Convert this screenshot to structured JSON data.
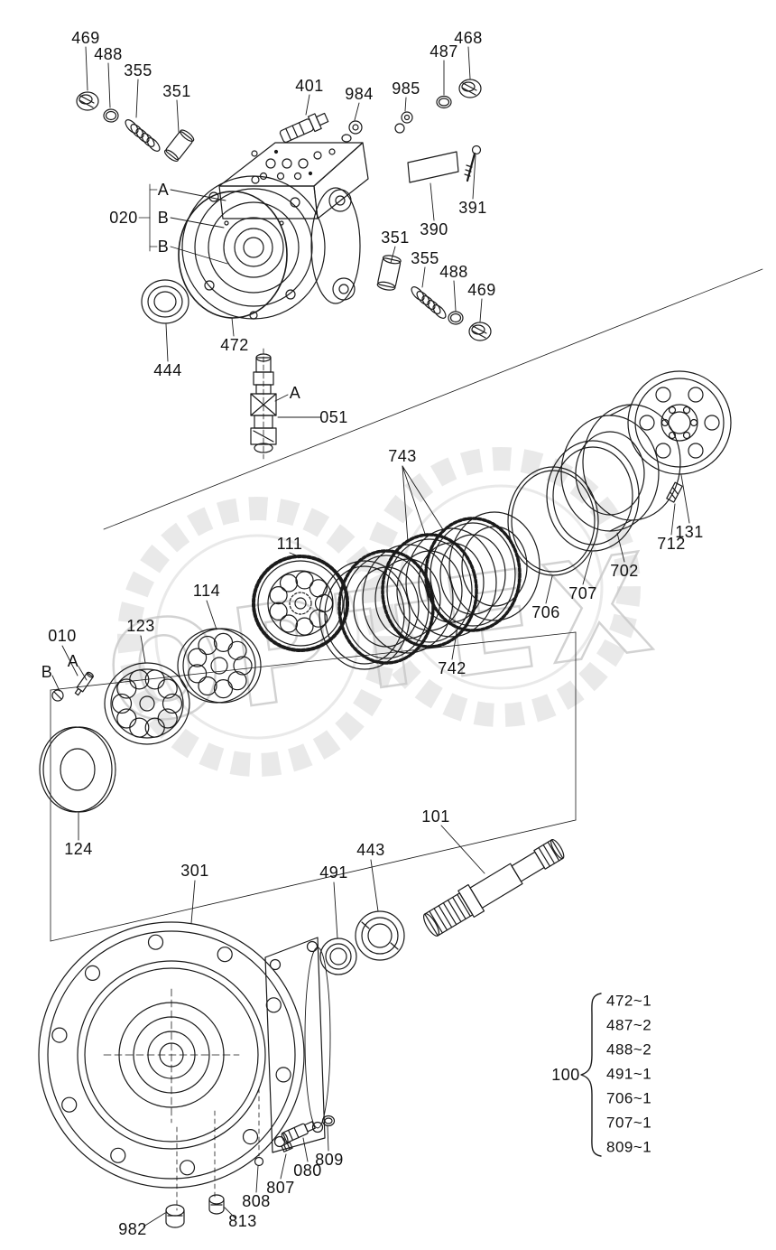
{
  "page": {
    "background_color": "#ffffff",
    "ink_color": "#1a1a1a",
    "watermark_color": "#c8c8c8"
  },
  "watermark": {
    "text": "OPTEX"
  },
  "labels": {
    "p469_top": "469",
    "p488_top": "488",
    "p355_top": "355",
    "p351_top": "351",
    "p401": "401",
    "p984": "984",
    "p985": "985",
    "p487": "487",
    "p468": "468",
    "p391": "391",
    "p390": "390",
    "p020": "020",
    "a1": "A",
    "b1": "B",
    "b2": "B",
    "p351_mid": "351",
    "p355_mid": "355",
    "p488_mid": "488",
    "p469_mid": "469",
    "p444": "444",
    "p472": "472",
    "a2": "A",
    "p051": "051",
    "p743": "743",
    "p131": "131",
    "p712": "712",
    "p702": "702",
    "p707": "707",
    "p706": "706",
    "p111": "111",
    "p114": "114",
    "p123": "123",
    "p010": "010",
    "a3": "A",
    "b3": "B",
    "p742": "742",
    "p124": "124",
    "p101": "101",
    "p443": "443",
    "p491": "491",
    "p301": "301",
    "p080": "080",
    "p809": "809",
    "p807": "807",
    "p808": "808",
    "p813": "813",
    "p982": "982",
    "p100": "100"
  },
  "group_100": {
    "label": "100",
    "items": [
      "472~1",
      "487~2",
      "488~2",
      "491~1",
      "706~1",
      "707~1",
      "809~1"
    ]
  }
}
